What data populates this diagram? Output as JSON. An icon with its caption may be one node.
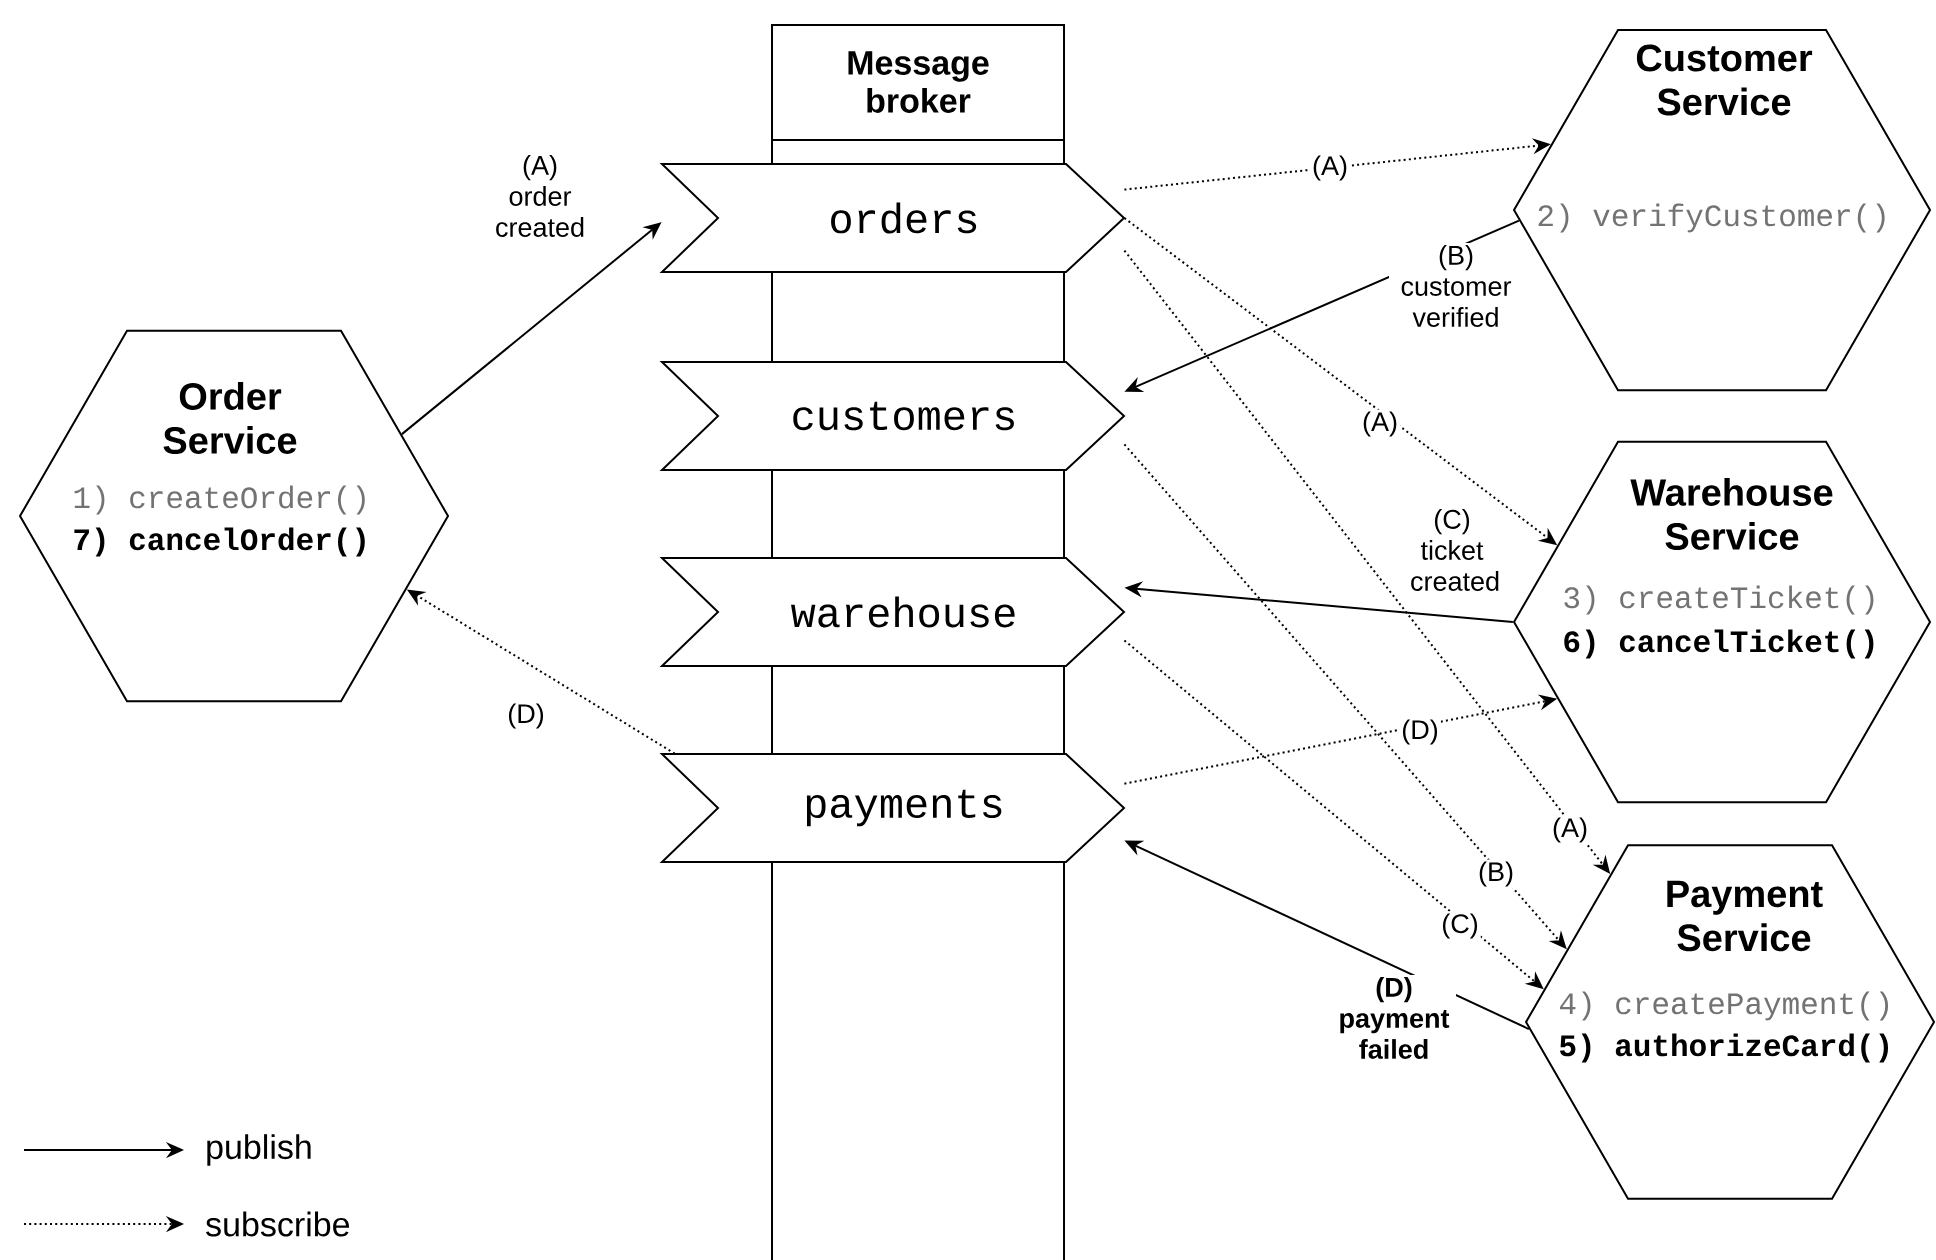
{
  "diagram": {
    "nodes": [
      {
        "text": [
          "Message broker"
        ]
      },
      {
        "text": [
          "orders"
        ]
      },
      {
        "text": [
          "customers"
        ]
      },
      {
        "text": [
          "warehouse"
        ]
      },
      {
        "text": [
          "payments"
        ]
      },
      {
        "text": [
          "Order Service",
          "1) createOrder()",
          "7) cancelOrder()"
        ]
      },
      {
        "text": [
          "Customer Service",
          "2) verifyCustomer()"
        ]
      },
      {
        "text": [
          "Warehouse Service",
          "3) createTicket()",
          "6) cancelTicket()"
        ]
      },
      {
        "text": [
          "Payment Service",
          "4) createPayment()",
          "5) authorizeCard()"
        ]
      }
    ],
    "edges": [
      {
        "from": 5,
        "to": 1,
        "arrow": "to",
        "label": "(A) order created"
      },
      {
        "from": 1,
        "to": 6,
        "arrow": "to",
        "label": "(A)",
        "style": "dashed"
      },
      {
        "from": 6,
        "to": 2,
        "arrow": "to",
        "label": "(B) customer verified"
      },
      {
        "from": 1,
        "to": 7,
        "arrow": "to",
        "label": "(A)",
        "style": "dashed"
      },
      {
        "from": 7,
        "to": 3,
        "arrow": "to",
        "label": "(C) ticket created"
      },
      {
        "from": 1,
        "to": 8,
        "arrow": "to",
        "label": "(A)",
        "style": "dashed"
      },
      {
        "from": 2,
        "to": 8,
        "arrow": "to",
        "label": "(B)",
        "style": "dashed"
      },
      {
        "from": 3,
        "to": 8,
        "arrow": "to",
        "label": "(C)",
        "style": "dashed"
      },
      {
        "from": 4,
        "to": 7,
        "arrow": "to",
        "label": "(D)",
        "style": "dashed"
      },
      {
        "from": 4,
        "to": 5,
        "arrow": "to",
        "label": "(D)",
        "style": "dashed"
      },
      {
        "from": 8,
        "to": 4,
        "arrow": "to",
        "label": "(D) payment failed"
      }
    ],
    "legend": [
      {
        "text": "publish"
      },
      {
        "text": "subscribe"
      }
    ]
  }
}
